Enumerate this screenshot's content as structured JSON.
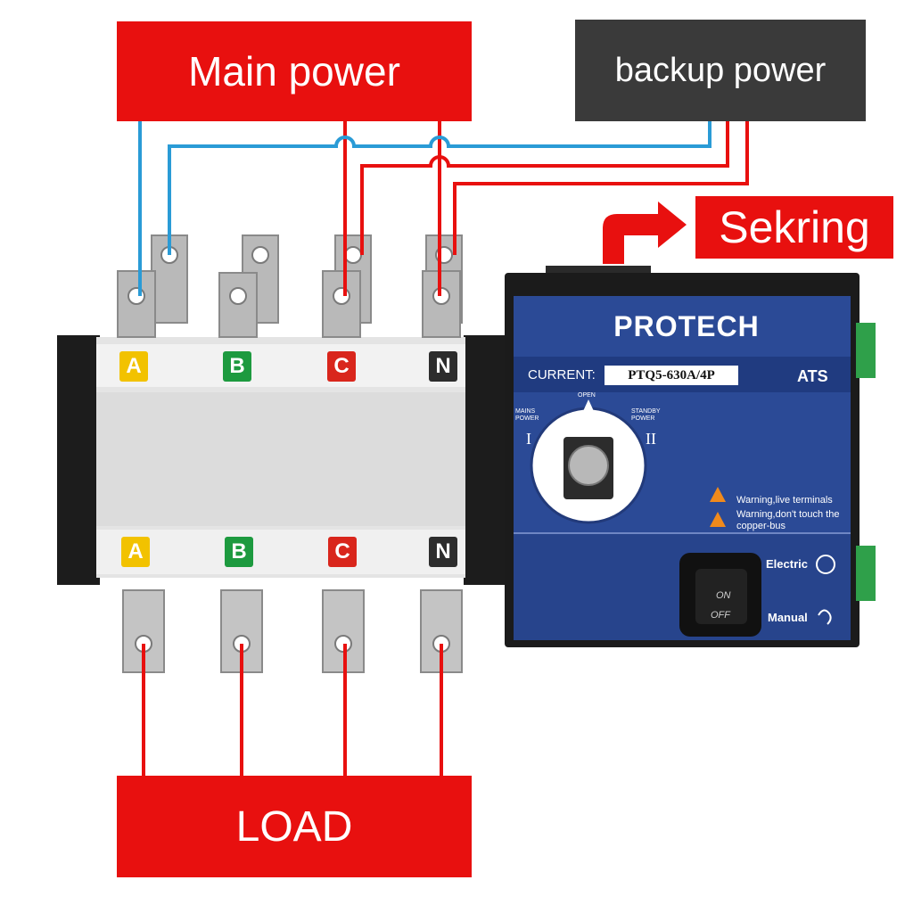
{
  "labels": {
    "main_power": "Main power",
    "backup_power": "backup power",
    "load": "LOAD",
    "sekring": "Sekring"
  },
  "phases": [
    "A",
    "B",
    "C",
    "N"
  ],
  "panel": {
    "brand": "PROTECH",
    "current_label": "CURRENT:",
    "current_value": "PTQ5-630A/4P",
    "ats": "ATS",
    "position_open": "OPEN",
    "position_mains": "MAINS POWER",
    "position_standby": "STANDBY POWER",
    "roman_one": "I",
    "roman_two": "II",
    "warning_1": "Warning,live terminals",
    "warning_2": "Warning,don't touch the copper-bus",
    "electric": "Electric",
    "manual": "Manual",
    "switch_on": "ON",
    "switch_off": "OFF"
  },
  "colors": {
    "red": "#e8100f",
    "dark": "#3a3a3a",
    "blue_wire": "#2a9bd6",
    "panel_blue": "#2b4a96"
  },
  "icons": [
    "arrow-icon",
    "warning-icon",
    "electric-m-icon",
    "manual-hand-icon"
  ]
}
